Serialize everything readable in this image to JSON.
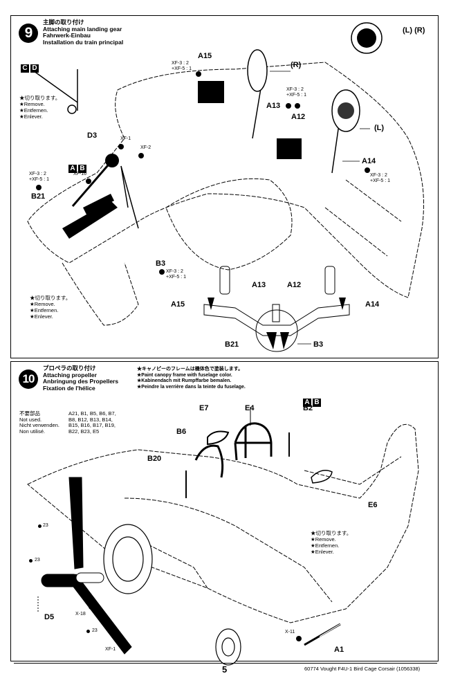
{
  "step9": {
    "number": "9",
    "title_ja": "主脚の取り付け",
    "title_en": "Attaching main landing gear",
    "title_de": "Fahrwerk-Einbau",
    "title_fr": "Installation du train principal",
    "variant_badges_top": [
      "C",
      "D"
    ],
    "variant_badges_mid": [
      "A",
      "B"
    ],
    "remove_note_top": [
      "★切り取ります。",
      "★Remove.",
      "★Entfernen.",
      "★Enlever."
    ],
    "remove_note_bottom": [
      "★切り取ります。",
      "★Remove.",
      "★Entfernen.",
      "★Enlever."
    ],
    "parts": {
      "A15": "A15",
      "A13": "A13",
      "A12": "A12",
      "A14": "A14",
      "D3": "D3",
      "B21": "B21",
      "B3": "B3"
    },
    "side_labels": {
      "R": "(R)",
      "L": "(L)",
      "LR": "(L) (R)"
    },
    "paint": {
      "a15_line1": "XF-3 : 2",
      "a15_line2": "+XF-5 : 1",
      "a13_line1": "XF-3 : 2",
      "a13_line2": "+XF-5 : 1",
      "a14_line1": "XF-3 : 2",
      "a14_line2": "+XF-5 : 1",
      "b21_line1": "XF-3 : 2",
      "b21_line2": "+XF-5 : 1",
      "b3_line1": "XF-3 : 2",
      "b3_line2": "+XF-5 : 1",
      "d3_xf1": "XF-1",
      "d3_xf2": "XF-2",
      "xf16": "XF-16"
    },
    "detail": {
      "A13": "A13",
      "A12": "A12",
      "A15": "A15",
      "A14": "A14",
      "B21": "B21",
      "B3": "B3"
    }
  },
  "step10": {
    "number": "10",
    "title_ja": "プロペラの取り付け",
    "title_en": "Attaching propeller",
    "title_de": "Anbringung des Propellers",
    "title_fr": "Fixation de l'hélice",
    "paint_note": [
      "★キャノピーのフレームは機体色で塗装します。",
      "★Paint canopy frame with fuselage color.",
      "★Kabinendach mit Rumpffarbe bemalen.",
      "★Peindre la verrière dans la teinte du fuselage."
    ],
    "not_used": {
      "labels": [
        "不要部品",
        "Not used.",
        "Nicht verwenden.",
        "Non utilisé."
      ],
      "parts": [
        "A21, B1, B5, B6, B7,",
        "B8, B12, B13, B14,",
        "B15, B16, B17, B19,",
        "B22, B23, E5"
      ]
    },
    "variant_badges": [
      "A",
      "B"
    ],
    "parts": {
      "B2": "B2",
      "E7": "E7",
      "E4": "E4",
      "B6": "B6",
      "B20": "B20",
      "E6": "E6",
      "D5": "D5",
      "A1": "A1"
    },
    "paint": {
      "c23a": "23",
      "c23b": "23",
      "c23c": "23",
      "x18": "X-18",
      "xf1": "XF-1",
      "x11": "X-11"
    },
    "remove_note": [
      "★切り取ります。",
      "★Remove.",
      "★Entfernen.",
      "★Enlever."
    ]
  },
  "footer": {
    "page_number": "5",
    "product": "60774 Vought F4U-1 Bird Cage Corsair (1056338)"
  }
}
